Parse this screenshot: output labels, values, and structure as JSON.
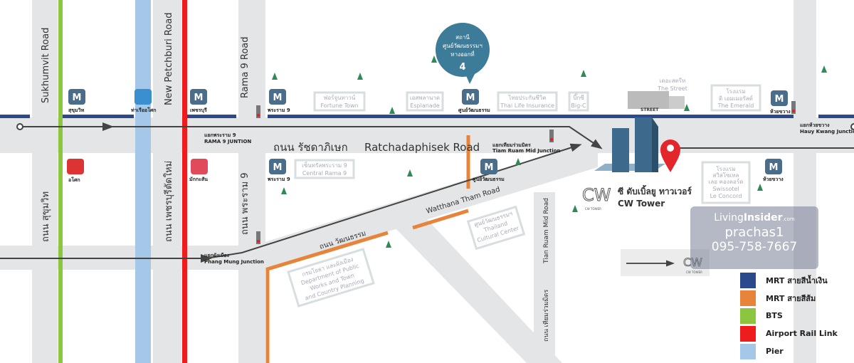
{
  "roads": {
    "sukhumvit_en": "Sukhumvit Road",
    "sukhumvit_th": "ถนน สุขุมวิท",
    "new_petchburi_en": "New Petchburi Road",
    "new_petchburi_th": "ถนน เพชรบุรีตัดใหม่",
    "rama9_en": "Rama 9 Road",
    "rama9_th": "ถนน พระราม 9",
    "ratchadaphisek_th": "ถนน รัชดาภิเษก",
    "ratchadaphisek_en": "Ratchadaphisek Road",
    "watthana_th": "ถนน วัฒนธรรม",
    "watthana_en": "Watthana Tham Road",
    "tian_ruam_en": "Tian Ruam Mid Road",
    "tian_ruam_th": "ถนน เทียมร่วมมิตร"
  },
  "junctions": {
    "rama9_th": "แยกพระราม 9",
    "rama9_en": "RAMA 9 JUNTION",
    "tiam_th": "แยกเทียมร่วมมิตร",
    "tiam_en": "Tiam Ruam Mid Junction",
    "huay_th": "แยกห้วยขวาง",
    "huay_en": "Hauy Kwang Junction",
    "phang_th": "แยกผังเมือง",
    "phang_en": "Phang Mung Junction"
  },
  "stations": {
    "sukhumvit": "สุขุมวิท",
    "pier": "ท่าเรืออโศก",
    "phetchaburi": "เพชรบุรี",
    "rama9_top": "พระราม 9",
    "cultural_top": "ศูนย์วัฒนธรรม",
    "huay_top": "ห้วยขวาง",
    "asok": "อโศก",
    "makkasan": "มักกะสัน",
    "rama9_bottom": "พระราม 9",
    "cultural_bottom": "ศูนย์วัฒนธรรม",
    "huay_bottom": "ห้วยขวาง"
  },
  "callout": {
    "line1": "สถานี",
    "line2": "ศูนย์วัฒนธรรมฯ",
    "line3": "ทางออกที่",
    "exit": "4"
  },
  "places": {
    "fortune_th": "ฟอร์จูนทาวน์",
    "fortune_en": "Fortune Town",
    "esplanade_th": "เอสพลานาด",
    "esplanade_en": "Esplanade",
    "thailife_th": "ไทยประกันชีวิต",
    "thailife_en": "Thai Life Insurance",
    "bigc_th": "บิ๊กซี",
    "bigc_en": "Big-C",
    "street_th": "เดอะสตรีท",
    "street_en": "The Street",
    "street_sign": "STREET",
    "emerald_th1": "โรงแรม",
    "emerald_th2": "ดิ เอมเมอรัลด์",
    "emerald_en": "The Emerald",
    "central_th": "เซ็นทรัลพระราม 9",
    "central_en": "Central Rama 9",
    "swiss_th1": "โรงแรม",
    "swiss_th2": "สวิสโซเทล",
    "swiss_th3": "เลอ คองคอร์ด",
    "swiss_en1": "Swissotel",
    "swiss_en2": "Le Concord",
    "cultural_th": "ศูนย์วัฒนธรรมฯ",
    "cultural_en1": "Thailand",
    "cultural_en2": "Cultural Center",
    "dpt_th": "กรมโยธา และผังเมือง",
    "dpt_en1": "Department of Public",
    "dpt_en2": "Works and Town",
    "dpt_en3": "and Country Planning"
  },
  "project": {
    "name_th": "ซี ดับเบิ้ลยู ทาวเวอร์",
    "name_en": "CW Tower",
    "logo_caption": "CW TOWER"
  },
  "watermark": {
    "brand_light": "Living",
    "brand_bold": "Insider",
    "brand_suffix": ".com",
    "user": "prachas1",
    "phone": "095-758-7667"
  },
  "legend": [
    {
      "label": "MRT สายสีน้ำเงิน",
      "color": "#2b4a8c"
    },
    {
      "label": "MRT สายสีส้ม",
      "color": "#e8843a"
    },
    {
      "label": "BTS",
      "color": "#8cc63f"
    },
    {
      "label": "Airport Rail Link",
      "color": "#ee1c1c"
    },
    {
      "label": "Pier",
      "color": "#a5c8e8"
    }
  ]
}
